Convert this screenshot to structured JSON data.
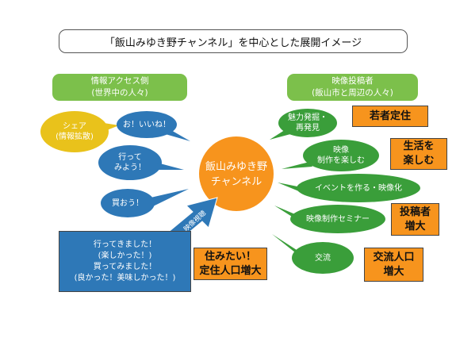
{
  "title": "「飯山みゆき野チャンネル」を中心とした展開イメージ",
  "left_header": {
    "line1": "情報アクセス側",
    "line2": "(世界中の人々)"
  },
  "right_header": {
    "line1": "映像投稿者",
    "line2": "(飯山市と周辺の人々)"
  },
  "center": {
    "line1": "飯山みゆき野",
    "line2": "チャンネル"
  },
  "share_bubble": {
    "line1": "シェア",
    "line2": "(情報拡散)"
  },
  "left_bubbles": {
    "oh_nice": "お！いいね！",
    "lets_go": {
      "line1": "行って",
      "line2": "みよう！"
    },
    "lets_buy": "買おう！"
  },
  "arrow_label": "映像視聴",
  "visitor_box": {
    "line1": "行ってきました！",
    "line2": "(楽しかった！)",
    "line3": "買ってみました！",
    "line4": "(良かった！美味しかった！)"
  },
  "right_bubbles": {
    "charm": {
      "line1": "魅力発掘・",
      "line2": "再発見"
    },
    "enjoy": {
      "line1": "映像",
      "line2": "制作を楽しむ"
    },
    "events": "イベントを作る・映像化",
    "seminar": "映像制作セミナー",
    "exchange": "交流"
  },
  "outcomes": {
    "young_settle": "若者定住",
    "enjoy_life": {
      "line1": "生活を",
      "line2": "楽しむ"
    },
    "posters_increase": {
      "line1": "投稿者",
      "line2": "増大"
    },
    "exchange_pop": {
      "line1": "交流人口",
      "line2": "増大"
    },
    "want_live": {
      "line1": "住みたい！",
      "line2": "定住人口増大"
    }
  },
  "colors": {
    "green": "#7cc04b",
    "dark_green": "#3a9e3a",
    "blue": "#2e78b7",
    "orange": "#f7941d",
    "yellow": "#e9c21b"
  }
}
